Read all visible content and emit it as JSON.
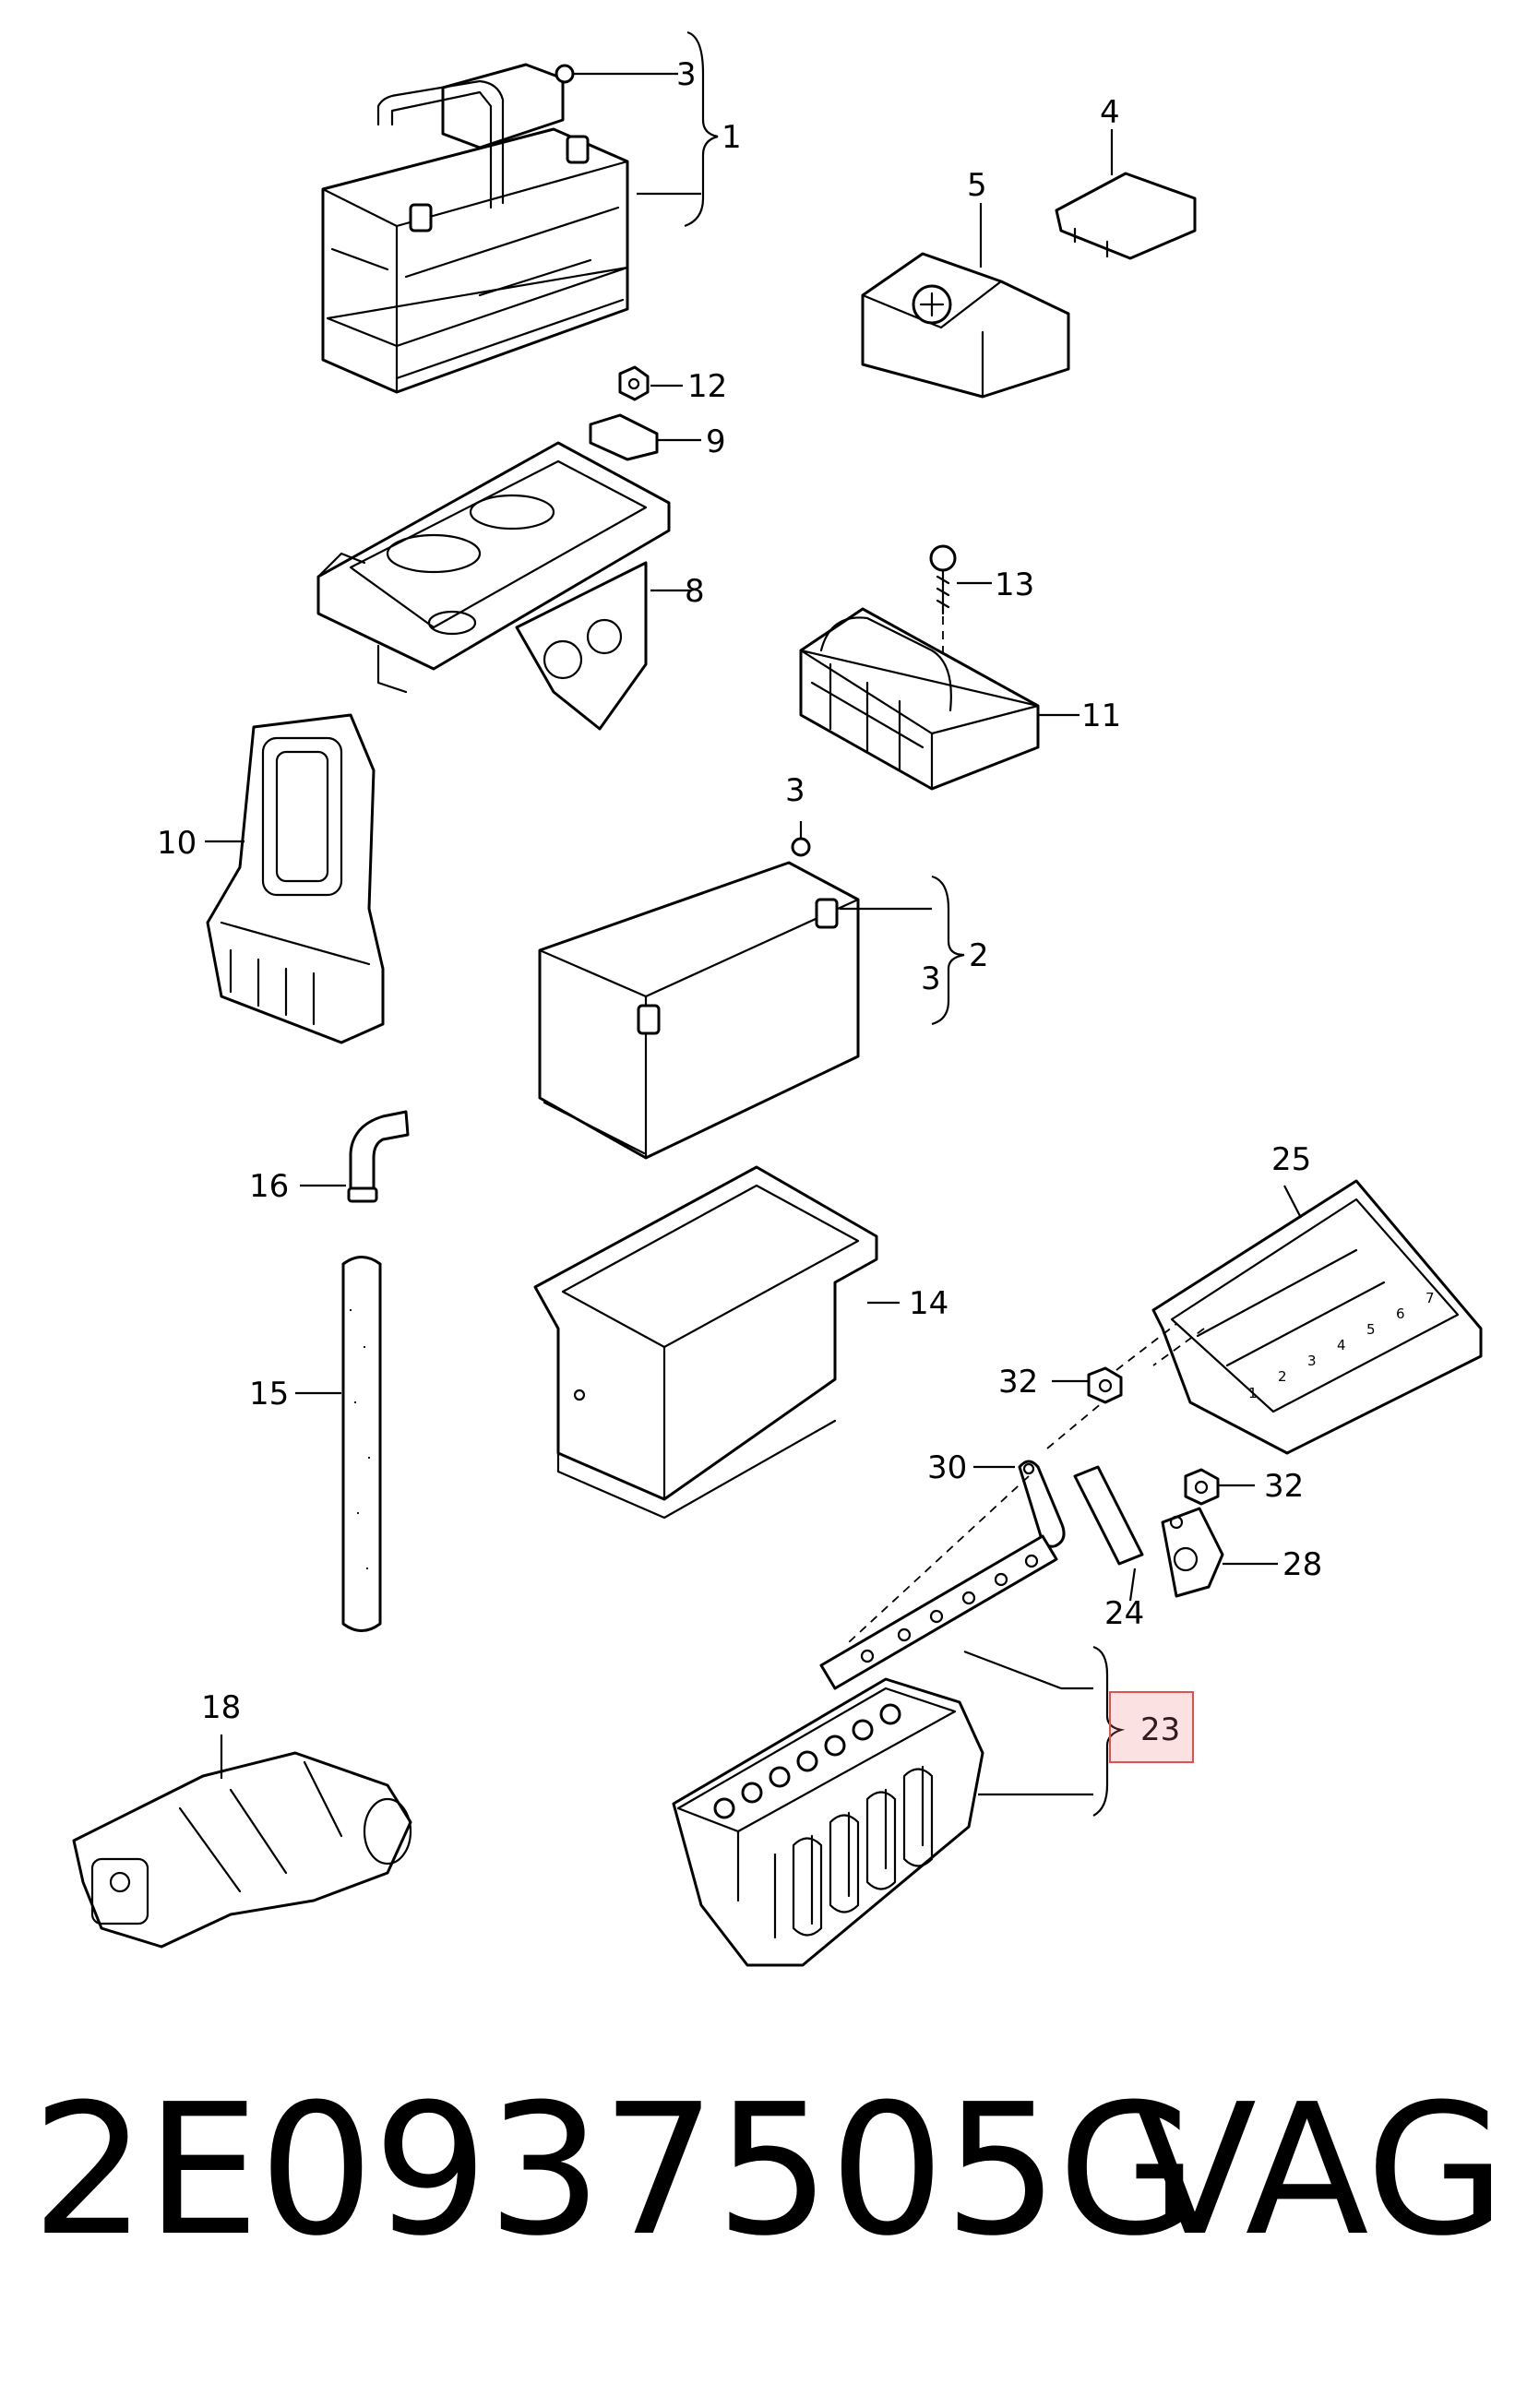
{
  "diagram": {
    "callouts": {
      "c1": "1",
      "c2": "2",
      "c3a": "3",
      "c3b": "3",
      "c3c": "3",
      "c4": "4",
      "c5": "5",
      "c8": "8",
      "c9": "9",
      "c10": "10",
      "c11": "11",
      "c12": "12",
      "c13": "13",
      "c14": "14",
      "c15": "15",
      "c16": "16",
      "c18": "18",
      "c23": "23",
      "c24": "24",
      "c25": "25",
      "c28": "28",
      "c30": "30",
      "c32a": "32",
      "c32b": "32"
    },
    "fuse_scale": [
      "1",
      "2",
      "3",
      "4",
      "5",
      "6",
      "7"
    ],
    "highlight_color": "#e0524f"
  },
  "footer": {
    "part_number": "2E0937505G",
    "brand": "VAG"
  }
}
